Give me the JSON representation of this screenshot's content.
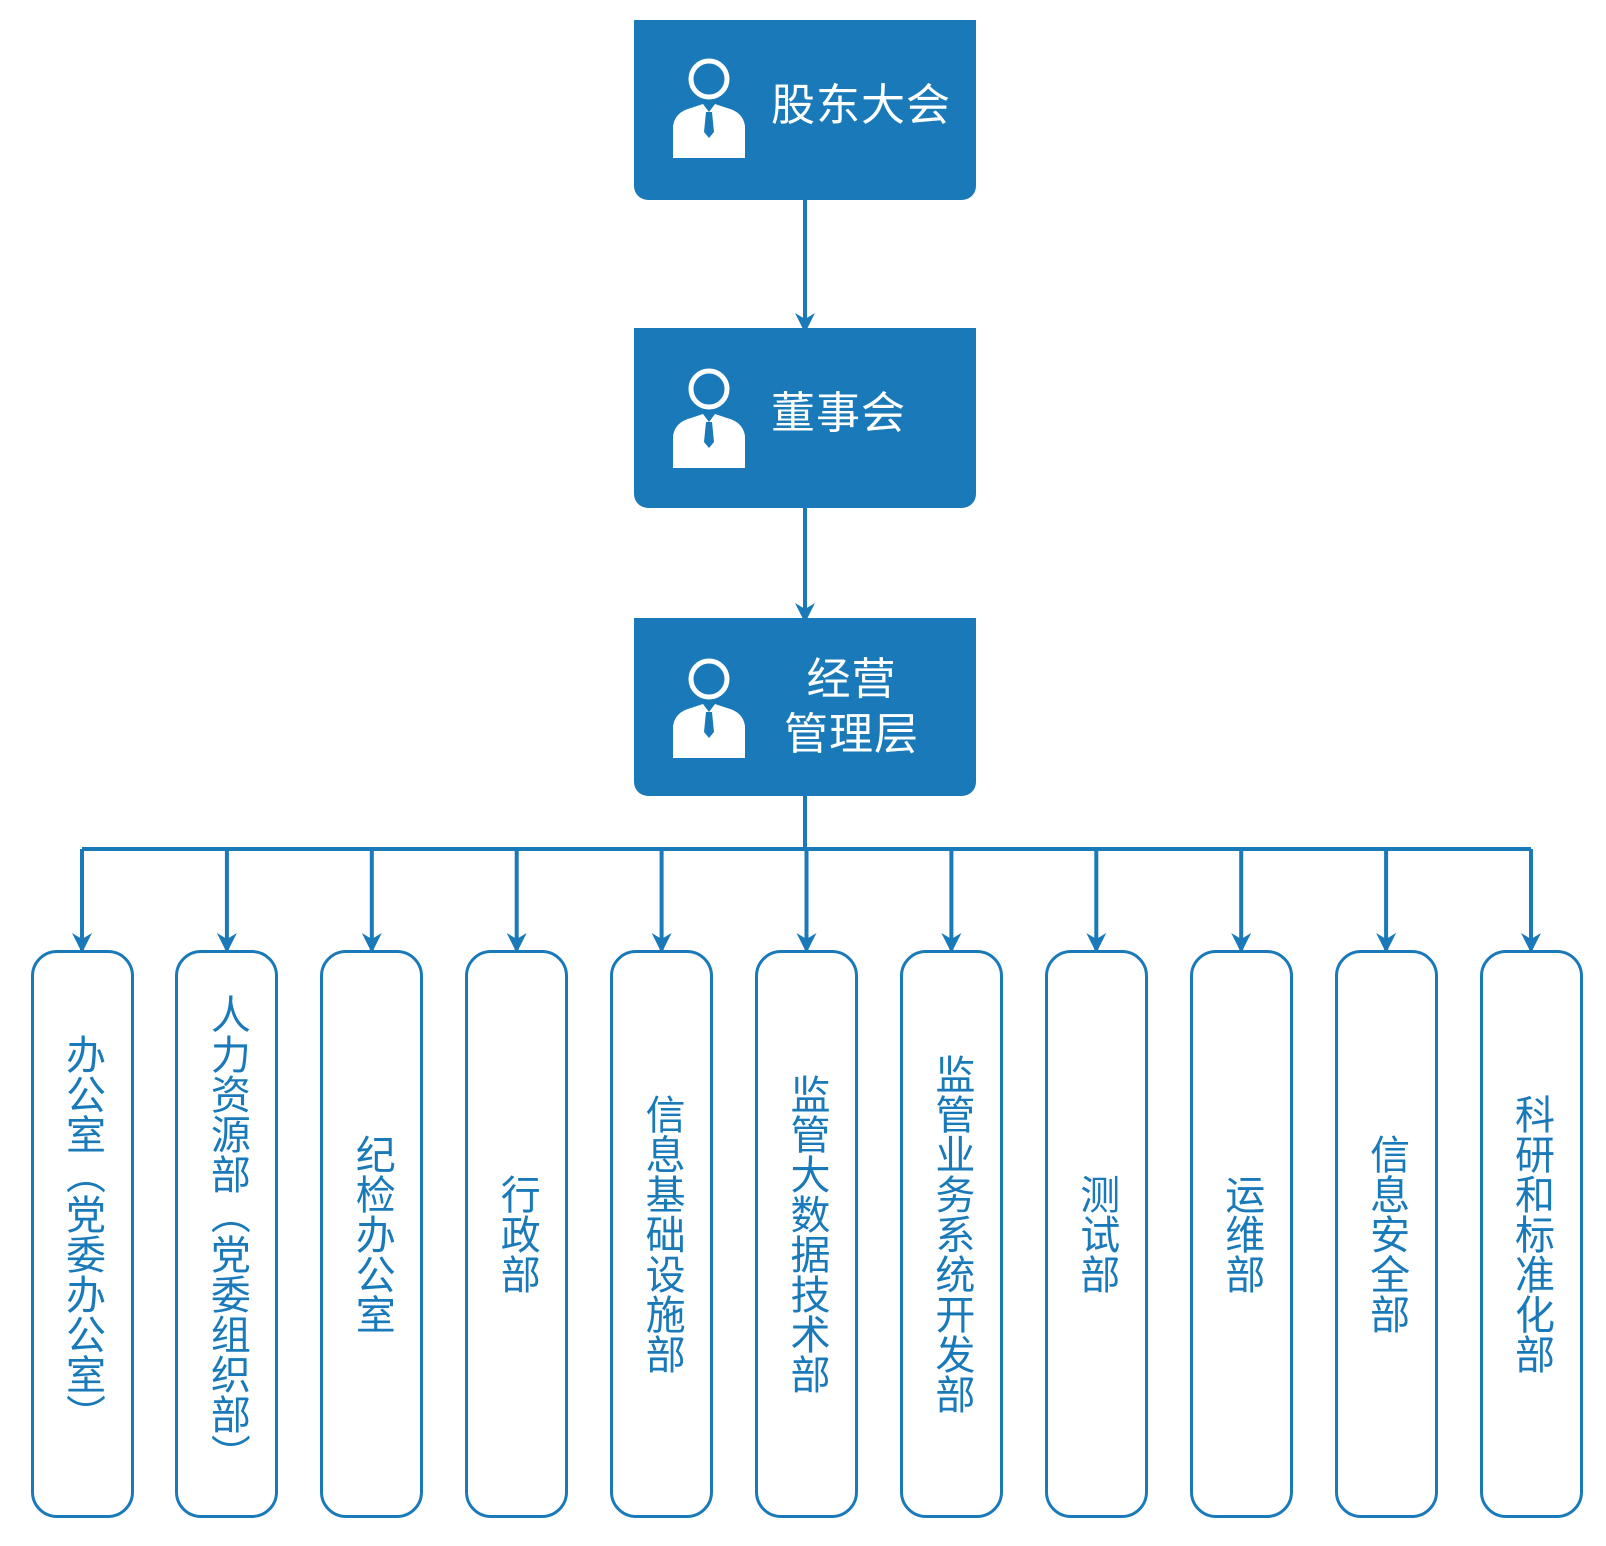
{
  "chart": {
    "nodes": {
      "shareholders": "股东大会",
      "board": "董事会",
      "management": [
        "经营",
        "管理层"
      ]
    },
    "departments": [
      "办公室（党委办公室）",
      "人力资源部（党委组织部）",
      "纪检办公室",
      "行政部",
      "信息基础设施部",
      "监管大数据技术部",
      "监管业务系统开发部",
      "测试部",
      "运维部",
      "信息安全部",
      "科研和标准化部"
    ],
    "edges": [
      [
        "股东大会",
        "董事会"
      ],
      [
        "董事会",
        "经营管理层"
      ],
      [
        "经营管理层",
        "办公室（党委办公室）"
      ],
      [
        "经营管理层",
        "人力资源部（党委组织部）"
      ],
      [
        "经营管理层",
        "纪检办公室"
      ],
      [
        "经营管理层",
        "行政部"
      ],
      [
        "经营管理层",
        "信息基础设施部"
      ],
      [
        "经营管理层",
        "监管大数据技术部"
      ],
      [
        "经营管理层",
        "监管业务系统开发部"
      ],
      [
        "经营管理层",
        "测试部"
      ],
      [
        "经营管理层",
        "运维部"
      ],
      [
        "经营管理层",
        "信息安全部"
      ],
      [
        "经营管理层",
        "科研和标准化部"
      ]
    ]
  },
  "colors": {
    "primary": "#1a7ab9",
    "text_on_primary": "#ffffff"
  },
  "icons": {
    "node_icon": "person-icon"
  }
}
